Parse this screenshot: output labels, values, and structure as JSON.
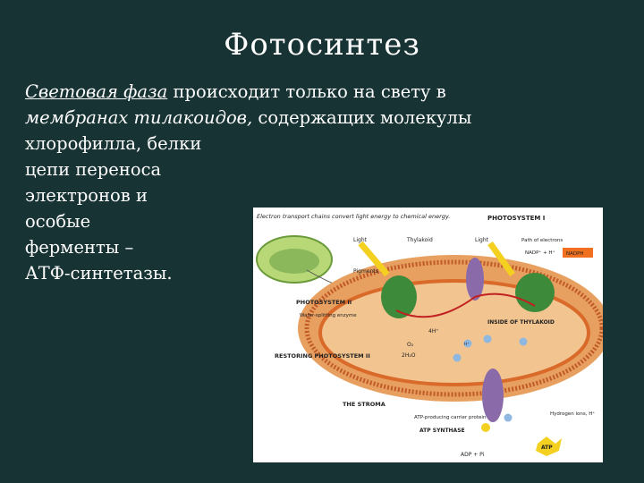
{
  "slide": {
    "title": "Фотосинтез",
    "body": {
      "term": "Световая фаза",
      "line1_rest": " происходит только на свету в",
      "line2_italic": "мембранах тилакоидов,",
      "line2_rest": " содержащих молекулы",
      "lines": [
        "хлорофилла, белки",
        "цепи переноса",
        "электронов и",
        "особые",
        "ферменты –",
        "АТФ-синтетазы."
      ]
    }
  },
  "figure": {
    "caption": "Electron transport chains convert light energy to chemical energy.",
    "labels": {
      "photosystem1": "PHOTOSYSTEM I",
      "light1": "Light",
      "thylakoid": "Thylakoid",
      "light2": "Light",
      "path_electrons": "Path of electrons",
      "nadph": "NADP⁺ + H⁺",
      "nadph_out": "NADPH",
      "pigments": "Pigments",
      "photosystem2": "PHOTOSYSTEM II",
      "water_enzyme": "Water-splitting enzyme",
      "inside_thylakoid": "INSIDE OF THYLAKOID",
      "restoring": "RESTORING PHOTOSYSTEM II",
      "stroma": "THE STROMA",
      "atp_protein": "ATP-producing carrier protein",
      "atp_synthase": "ATP SYNTHASE",
      "hydrogen_ions": "Hydrogen ions, H⁺",
      "adp": "ADP + Pi",
      "atp": "ATP",
      "o2": "O₂",
      "h2o": "2H₂O",
      "four_h": "4H⁺",
      "h_ion": "H⁺"
    },
    "colors": {
      "membrane": "#e8a060",
      "inner": "#d96a2a",
      "ps_green": "#3c8a3a",
      "protein_purple": "#8a6aa8",
      "atp_yellow": "#f4d020",
      "h_ion_blue": "#8fb8e0"
    }
  }
}
